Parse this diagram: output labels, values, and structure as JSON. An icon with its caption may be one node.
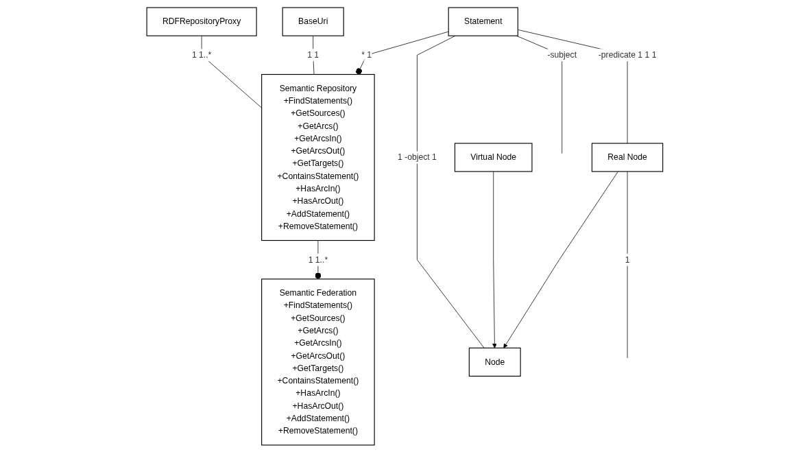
{
  "diagram": {
    "nodes": [
      {
        "text": [
          "RDFRepositoryProxy"
        ]
      },
      {
        "text": [
          "BaseUri"
        ]
      },
      {
        "text": [
          "Semantic Federation",
          "+FindStatements()",
          "+GetSources()",
          "+GetArcs()",
          "+GetArcsIn()",
          "+GetArcsOut()",
          "+GetTargets()",
          "+ContainsStatement()",
          "+HasArcIn()",
          "+HasArcOut()",
          "+AddStatement()",
          "+RemoveStatement()"
        ]
      },
      {
        "text": [
          "Semantic Repository",
          "+FindStatements()",
          "+GetSources()",
          "+GetArcs()",
          "+GetArcsIn()",
          "+GetArcsOut()",
          "+GetTargets()",
          "+ContainsStatement()",
          "+HasArcIn()",
          "+HasArcOut()",
          "+AddStatement()",
          "+RemoveStatement()"
        ]
      },
      {
        "text": [
          "Statement"
        ]
      },
      {
        "text": [
          "Node"
        ]
      },
      {
        "text": [
          "Virtual Node"
        ]
      },
      {
        "text": [
          "Real Node"
        ]
      }
    ],
    "edges": [
      {
        "from": 0,
        "to": 3,
        "arrow": "none",
        "label": "1 1..*"
      },
      {
        "from": 1,
        "to": 3,
        "arrow": "none",
        "label": "1 1"
      },
      {
        "from": 3,
        "to": 2,
        "arrow": "other",
        "label": "1 1..*"
      },
      {
        "from": 4,
        "to": 3,
        "arrow": "other",
        "label": "* 1"
      },
      {
        "from": 4,
        "to": 5,
        "arrow": "none",
        "label": "1 -object 1"
      },
      {
        "from": 6,
        "to": 5,
        "arrow": "to"
      },
      {
        "from": 7,
        "to": 5,
        "arrow": "to"
      },
      {
        "from": 4,
        "to": 7,
        "arrow": "none",
        "label": "-predicate 1 1 1"
      },
      {
        "from": 4,
        "to": null,
        "arrow": "none",
        "label": "-subject"
      },
      {
        "from": 7,
        "to": null,
        "arrow": "none",
        "label": "1"
      }
    ]
  }
}
